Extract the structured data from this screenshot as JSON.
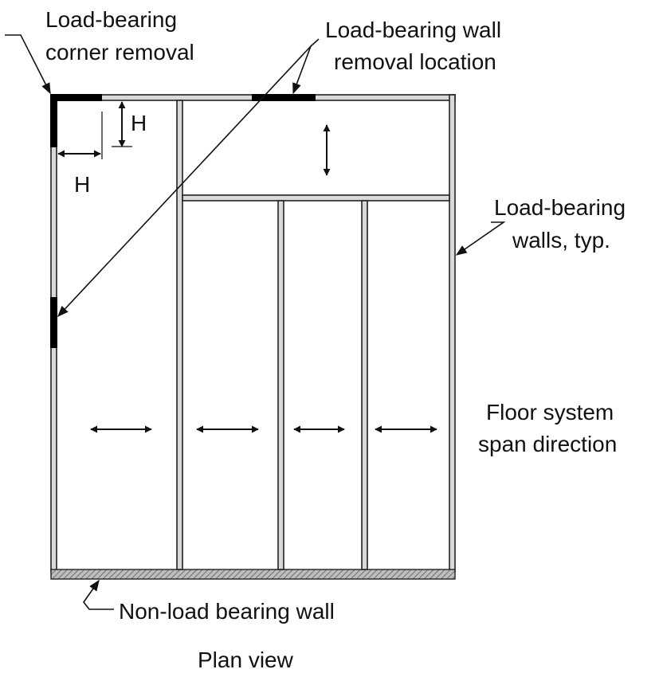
{
  "labels": {
    "corner_removal_line1": "Load-bearing",
    "corner_removal_line2": "corner removal",
    "wall_removal_line1": "Load-bearing wall",
    "wall_removal_line2": "removal location",
    "walls_typ_line1": "Load-bearing",
    "walls_typ_line2": "walls, typ.",
    "span_line1": "Floor system",
    "span_line2": "span direction",
    "non_load_bearing": "Non-load bearing wall",
    "dim_h_vertical": "H",
    "dim_h_horizontal": "H",
    "view_title": "Plan view"
  },
  "colors": {
    "load_bearing_wall_fill": "#d9d9d9",
    "removed_wall": "#000000",
    "line": "#111111",
    "non_load_bearing_hatch": "#555555"
  }
}
